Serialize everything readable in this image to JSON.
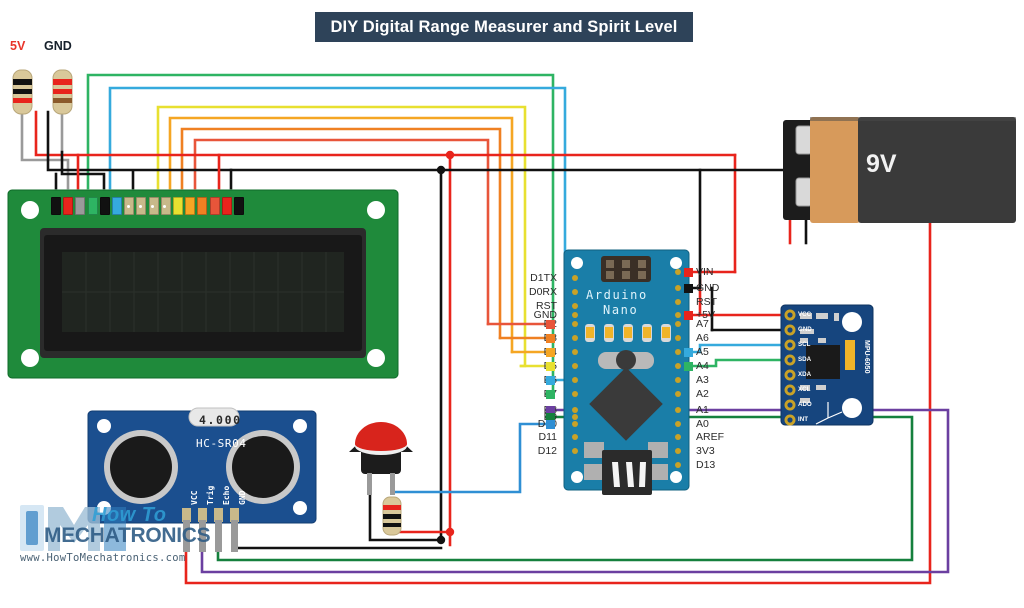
{
  "title": {
    "text": "DIY Digital Range Measurer and Spirit Level",
    "bg": "#2e4359",
    "fg": "#ffffff"
  },
  "power_rail": {
    "labels": [
      {
        "name": "5v-label",
        "text": "5V",
        "color": "#e8342a"
      },
      {
        "name": "gnd-label",
        "text": "GND",
        "color": "#16202b"
      }
    ]
  },
  "battery": {
    "label": "9V",
    "body_color": "#3a3a3a",
    "cap_color": "#d79a5b"
  },
  "arduino": {
    "board_name_line1": "Arduino",
    "board_name_line2": "Nano",
    "board_color": "#1a7ea8",
    "left_pins": [
      {
        "label": "D1TX",
        "color": null
      },
      {
        "label": "D0RX",
        "color": null
      },
      {
        "label": "RST",
        "color": null
      },
      {
        "label": "GND",
        "color": null
      },
      {
        "label": "D2",
        "color": "#e8553a"
      },
      {
        "label": "D3",
        "color": "#ef8022"
      },
      {
        "label": "D4",
        "color": "#f5a623"
      },
      {
        "label": "D5",
        "color": "#e8e030"
      },
      {
        "label": "D6",
        "color": "#35aadd"
      },
      {
        "label": "D7",
        "color": "#2eb463"
      },
      {
        "label": "D8",
        "color": "#6b3fa0"
      },
      {
        "label": "D9",
        "color": "#15803d"
      },
      {
        "label": "D10",
        "color": "#2f8fd4"
      },
      {
        "label": "D11",
        "color": null
      },
      {
        "label": "D12",
        "color": null
      }
    ],
    "right_pins": [
      {
        "label": "VIN",
        "color": "#e8241c"
      },
      {
        "label": "GND",
        "color": "#121212"
      },
      {
        "label": "RST",
        "color": null
      },
      {
        "label": "+5V",
        "color": "#e8241c"
      },
      {
        "label": "A7",
        "color": null
      },
      {
        "label": "A6",
        "color": null
      },
      {
        "label": "A5",
        "color": "#35aadd"
      },
      {
        "label": "A4",
        "color": "#2eb463"
      },
      {
        "label": "A3",
        "color": null
      },
      {
        "label": "A2",
        "color": null
      },
      {
        "label": "A1",
        "color": null
      },
      {
        "label": "A0",
        "color": null
      },
      {
        "label": "AREF",
        "color": null
      },
      {
        "label": "3V3",
        "color": null
      },
      {
        "label": "D13",
        "color": null
      }
    ]
  },
  "mpu6050": {
    "module_label": "MPU-6050",
    "pins": [
      "VCC",
      "GND",
      "SCL",
      "SDA",
      "XDA",
      "XCL",
      "ADO",
      "INT"
    ],
    "board_color": "#16457e"
  },
  "ultrasonic": {
    "model": "HC-SR04",
    "value": "4.000",
    "pins": [
      "VCC",
      "Trig",
      "Echo",
      "GND"
    ],
    "board_color": "#1b4f8f"
  },
  "lcd": {
    "board_color": "#1f8a3b",
    "screen_color": "#1c1c1c",
    "pin_count": 16,
    "pin_wire_colors": [
      "#111111",
      "#e8241c",
      "#9a9a9a",
      "#2eb463",
      "#111111",
      "#35aadd",
      null,
      null,
      null,
      null,
      "#e8e030",
      "#f5a623",
      "#ef8022",
      "#e8553a",
      "#e8241c",
      "#111111"
    ]
  },
  "button": {
    "name": "push-button",
    "cap_color": "#d8241c",
    "body_color": "#1c1c1c"
  },
  "resistors": [
    {
      "name": "resistor-5v",
      "bands": [
        "#111111",
        "#111111",
        "#e8241c"
      ]
    },
    {
      "name": "resistor-gnd",
      "bands": [
        "#e8241c",
        "#e8241c",
        "#8b5a2b"
      ]
    },
    {
      "name": "resistor-button",
      "bands": [
        "#e8241c",
        "#111111",
        "#111111"
      ]
    }
  ],
  "watermark": {
    "line1": "How To",
    "line2": "MECHATRONICS",
    "url": "www.HowToMechatronics.com"
  },
  "wire_colors": {
    "red": "#e8241c",
    "black": "#111111",
    "gray": "#9a9a9a",
    "green": "#2eb463",
    "dark_green": "#15803d",
    "blue": "#35aadd",
    "steel_blue": "#2f8fd4",
    "yellow": "#e8e030",
    "orange": "#f5a623",
    "orange2": "#ef8022",
    "orange_red": "#e8553a",
    "purple": "#6b3fa0"
  }
}
